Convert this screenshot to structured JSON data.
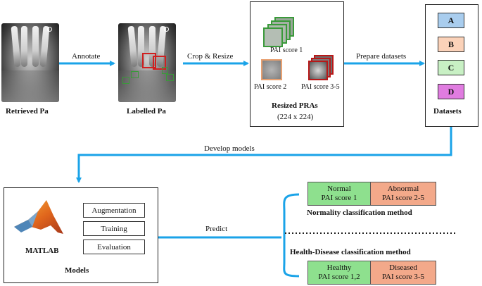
{
  "diagram": {
    "retrieved_label": "Retrieved Pa",
    "labelled_label": "Labelled Pa",
    "annotate_label": "Annotate",
    "crop_label": "Crop & Resize",
    "prepare_label": "Prepare datasets",
    "develop_label": "Develop models",
    "predict_label": "Predict",
    "pras": {
      "score1": "PAI score 1",
      "score2": "PAI score 2",
      "score35": "PAI score 3-5",
      "title": "Resized PRAs",
      "size": "(224 x 224)"
    },
    "datasets": {
      "title": "Datasets",
      "items": [
        {
          "label": "A",
          "color": "#a9cdee"
        },
        {
          "label": "B",
          "color": "#fbd2b9"
        },
        {
          "label": "C",
          "color": "#c8f0c4"
        },
        {
          "label": "D",
          "color": "#e07ce0"
        }
      ]
    },
    "models": {
      "title": "Models",
      "software": "MATLAB",
      "steps": [
        "Augmentation",
        "Training",
        "Evaluation"
      ]
    },
    "normality": {
      "left_line1": "Normal",
      "left_line2": "PAI score  1",
      "right_line1": "Abnormal",
      "right_line2": "PAI score 2-5",
      "method": "Normality classification method"
    },
    "health": {
      "method": "Health-Disease classification method",
      "left_line1": "Healthy",
      "left_line2": "PAI score 1,2",
      "right_line1": "Diseased",
      "right_line2": "PAI score 3-5"
    },
    "colors": {
      "arrow": "#1aa3e8",
      "green": "#8ee08e",
      "orange": "#f3a98a",
      "label_green": "#3a9a3a",
      "label_red": "#d02020"
    }
  }
}
